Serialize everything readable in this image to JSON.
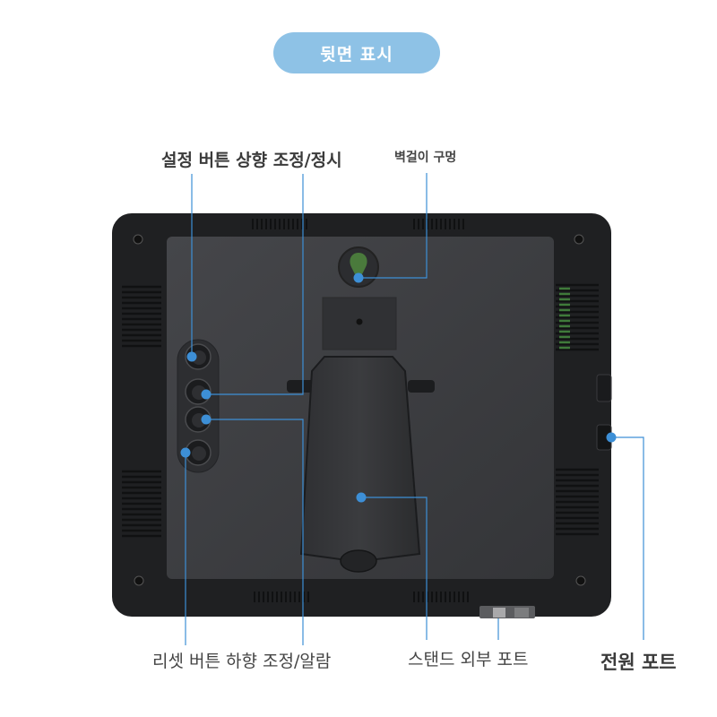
{
  "title": "뒷면 표시",
  "labels": {
    "settings_up": "설정 버튼 상향 조정/정시",
    "wall_hole": "벽걸이 구멍",
    "reset_down": "리셋 버튼  하향 조정/알람",
    "stand_port": "스탠드 외부 포트",
    "power_port": "전원 포트"
  },
  "colors": {
    "pill": "#8ec2e6",
    "callout": "#3d8fd6",
    "device_frame": "#1e1f21",
    "device_panel": "#3a3b3d",
    "stand": "#2a2b2d",
    "wall_hook": "#4a7a3c"
  },
  "icons": [
    "wall-hook-icon",
    "button-icon",
    "vent-icon"
  ]
}
